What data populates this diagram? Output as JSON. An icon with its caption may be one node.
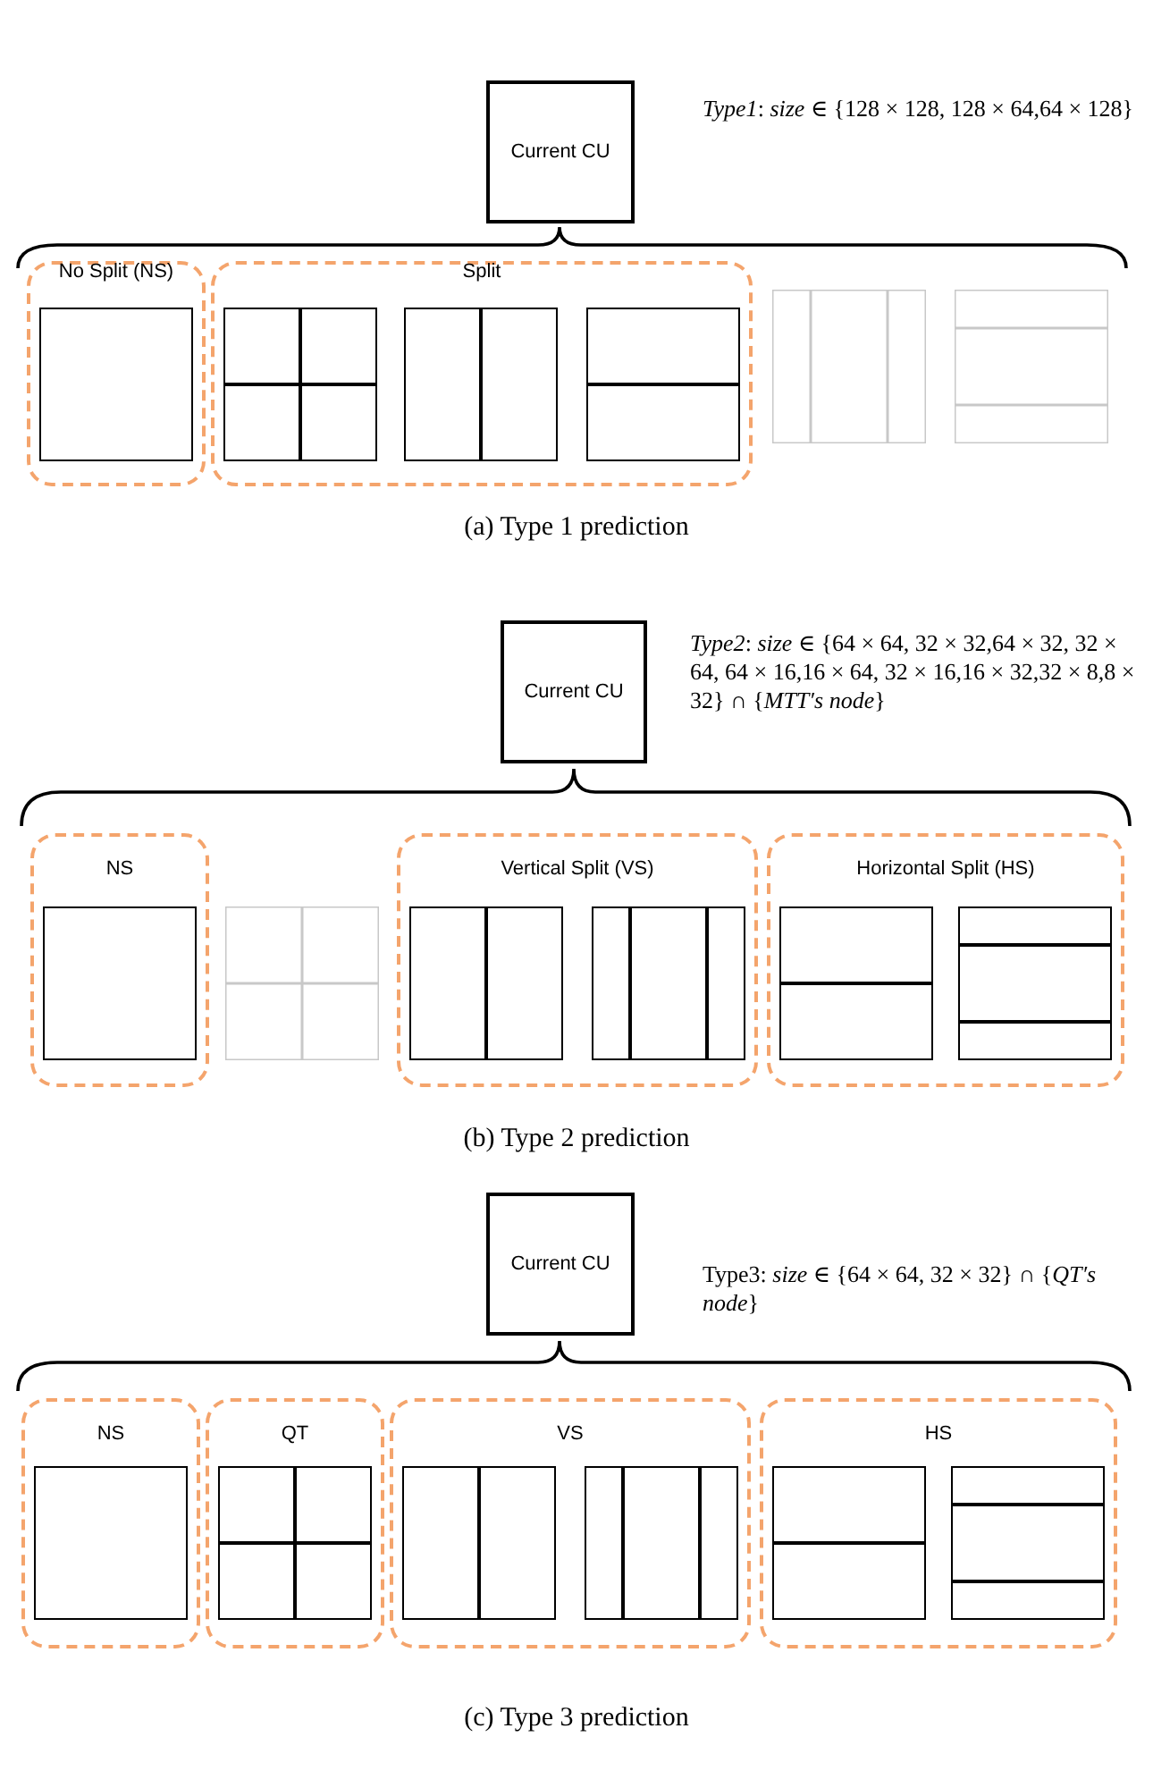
{
  "diagram": {
    "nodes": [
      {
        "text": [
          "Current CU"
        ]
      },
      {
        "text": [
          "No Split (NS)"
        ]
      },
      {
        "text": [],
        "shape": "box",
        "in": 1
      },
      {
        "text": [
          "Split"
        ]
      },
      {
        "text": [],
        "shape": "box",
        "in": 3
      },
      {
        "text": [],
        "shape": "box",
        "in": 3
      },
      {
        "text": [],
        "shape": "box",
        "in": 3
      },
      {
        "text": [],
        "shape": "box"
      },
      {
        "text": [],
        "shape": "box"
      },
      {
        "text": [
          "Current CU"
        ]
      },
      {
        "text": [
          "NS"
        ]
      },
      {
        "text": [],
        "shape": "box",
        "in": 10
      },
      {
        "text": [],
        "shape": "box"
      },
      {
        "text": [
          "Vertical Split (VS)"
        ]
      },
      {
        "text": [],
        "shape": "box",
        "in": 13
      },
      {
        "text": [],
        "shape": "box",
        "in": 13
      },
      {
        "text": [
          "Horizontal Split (HS)"
        ]
      },
      {
        "text": [],
        "shape": "box",
        "in": 16
      },
      {
        "text": [],
        "shape": "box",
        "in": 16
      },
      {
        "text": [
          "Current CU"
        ]
      },
      {
        "text": [
          "NS"
        ]
      },
      {
        "text": [],
        "shape": "box",
        "in": 20
      },
      {
        "text": [
          "QT"
        ]
      },
      {
        "text": [],
        "shape": "box",
        "in": 22
      },
      {
        "text": [
          "VS"
        ]
      },
      {
        "text": [],
        "shape": "box",
        "in": 24
      },
      {
        "text": [],
        "shape": "box",
        "in": 24
      },
      {
        "text": [
          "HS"
        ]
      },
      {
        "text": [],
        "shape": "box",
        "in": 27
      },
      {
        "text": [],
        "shape": "box",
        "in": 27
      }
    ],
    "labels": [
      "*Type1*: *size* ∈ {128 × 128, 128 × 64,64 × 128}",
      "(a) Type 1 prediction",
      "*Type2*: *size* ∈ {64 × 64, 32 × 32,64 × 32, 32 × 64, 64 × 16,16 × 64, 32 × 16,16 × 32,32 × 8,8 × 32} ∩ {*MTT′s node*}",
      "(b) Type 2 prediction",
      "Type3: *size* ∈ {64 × 64, 32 × 32} ∩ {*QT′s node*}",
      "(c) Type 3 prediction"
    ]
  }
}
